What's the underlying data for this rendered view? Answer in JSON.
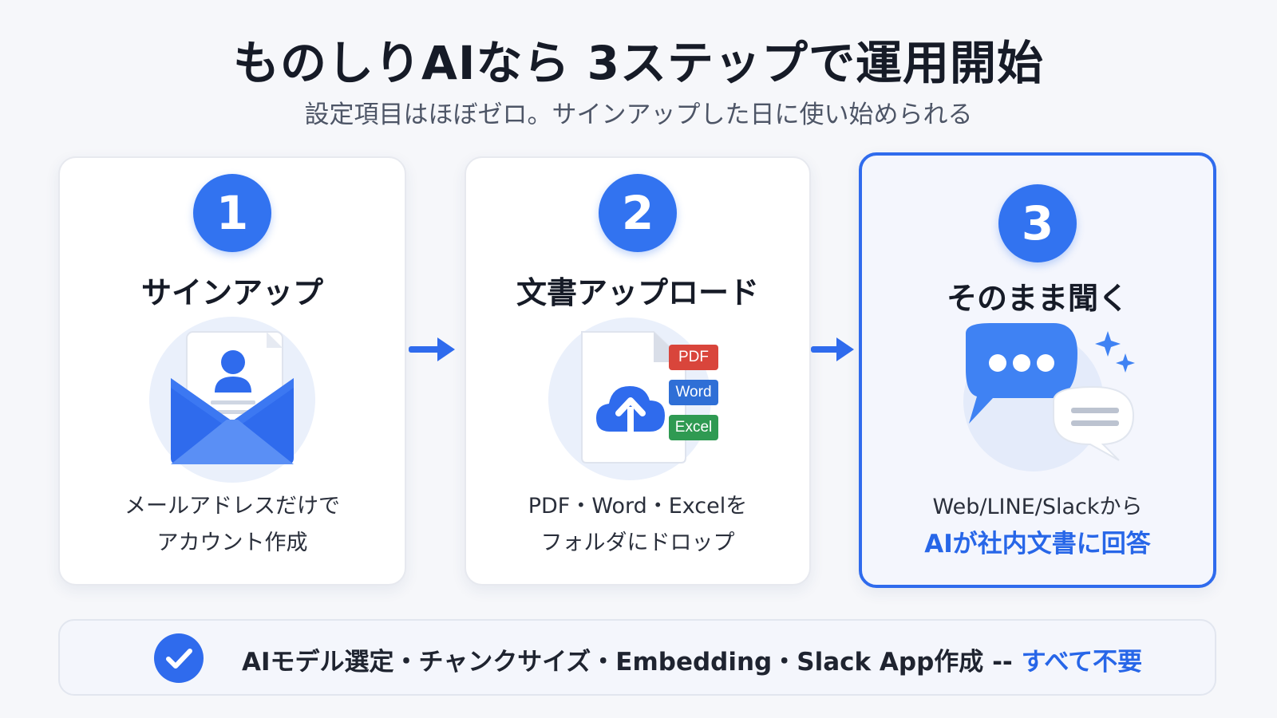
{
  "header": {
    "title": "ものしりAIなら 3ステップで運用開始",
    "subtitle": "設定項目はほぼゼロ。サインアップした日に使い始められる"
  },
  "steps": [
    {
      "number": "1",
      "title": "サインアップ",
      "desc_line1": "メールアドレスだけで",
      "desc_line2": "アカウント作成",
      "icon": "envelope-profile-icon"
    },
    {
      "number": "2",
      "title": "文書アップロード",
      "desc_line1": "PDF・Word・Excelを",
      "desc_line2": "フォルダにドロップ",
      "icon": "cloud-upload-document-icon",
      "file_tags": [
        "PDF",
        "Word",
        "Excel"
      ]
    },
    {
      "number": "3",
      "title": "そのまま聞く",
      "desc_line1": "Web/LINE/Slackから",
      "desc_line2": "AIが社内文書に回答",
      "icon": "chat-bubbles-icon",
      "highlighted": true
    }
  ],
  "footer": {
    "text": "AIモデル選定・チャンクサイズ・Embedding・Slack App作成 -- ",
    "highlight": "すべて不要",
    "icon": "check-circle-icon"
  },
  "colors": {
    "accent": "#2f6bed",
    "pdf": "#d9453b",
    "word": "#2f6fd6",
    "excel": "#2f9a52",
    "background": "#f6f7fa"
  }
}
